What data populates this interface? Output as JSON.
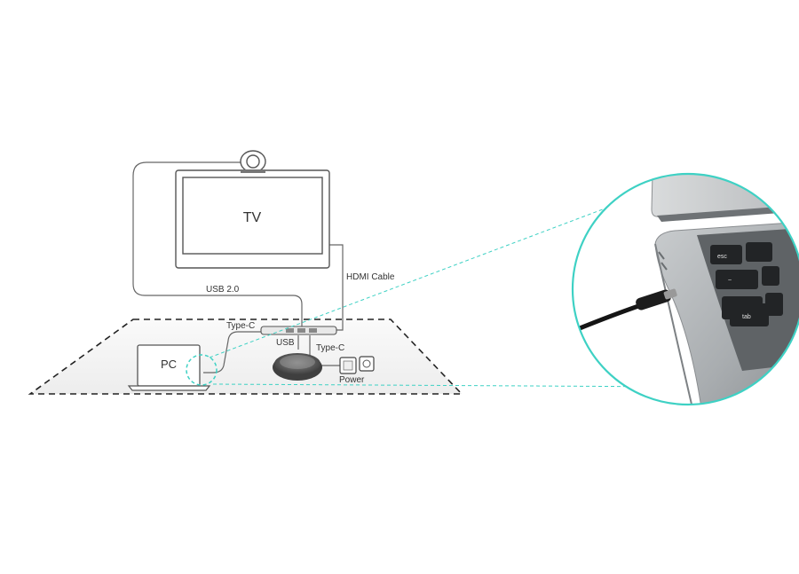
{
  "labels": {
    "tv": "TV",
    "pc": "PC",
    "usb_20": "USB 2.0",
    "hdmi_cable": "HDMI Cable",
    "type_c_left": "Type-C",
    "usb": "USB",
    "type_c_right": "Type-C",
    "power": "Power"
  },
  "keys": {
    "esc": "esc",
    "tab": "tab"
  },
  "colors": {
    "accent": "#3ed1c4",
    "line": "#555555",
    "dashed_border": "#222222",
    "floor": "#f2f2f2"
  }
}
